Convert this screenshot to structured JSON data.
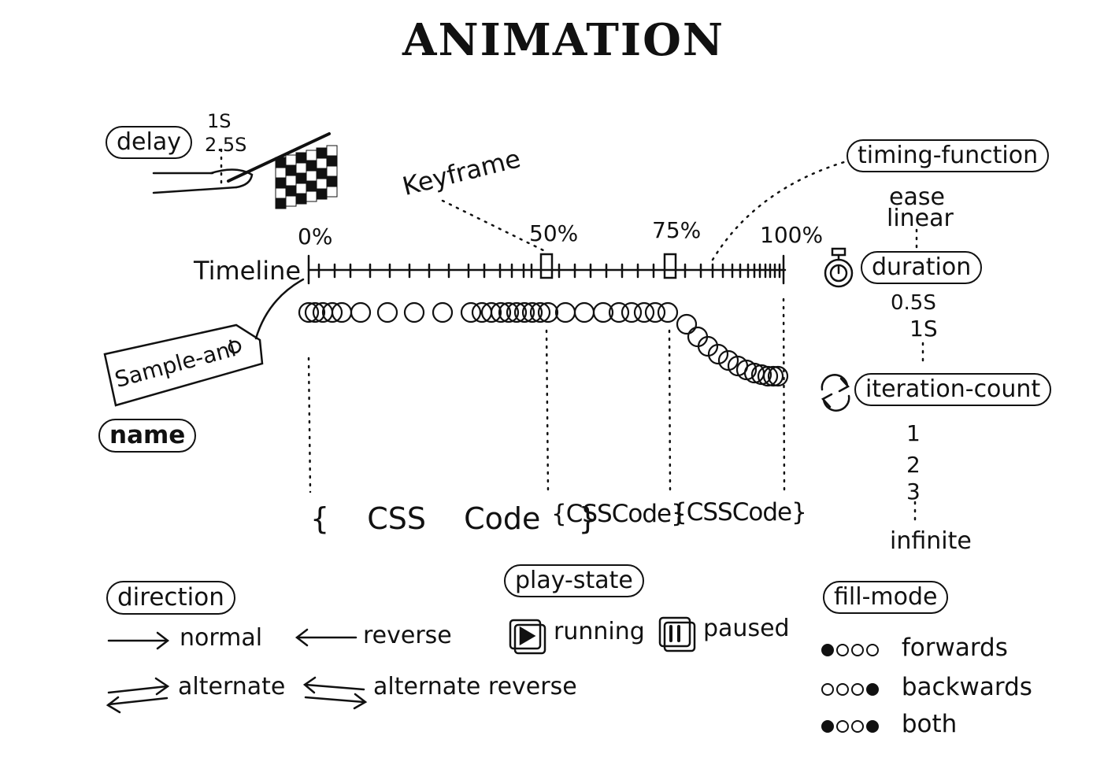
{
  "title": "ANIMATION",
  "delay": {
    "label": "delay",
    "values": [
      "1S",
      "2.5S"
    ],
    "icon": "checkered-flag-icon"
  },
  "keyframe_label": "Keyframe",
  "timeline": {
    "label": "Timeline",
    "stops": [
      "0%",
      "50%",
      "75%",
      "100%"
    ]
  },
  "name": {
    "label": "name",
    "tag": "Sample-ani",
    "icon": "tag-icon"
  },
  "css_blocks": [
    {
      "text": "{ CSS Code }"
    },
    {
      "text": "{CSSCode}"
    },
    {
      "text": "{CSSCode}"
    }
  ],
  "timing_function": {
    "label": "timing-function",
    "values": [
      "ease",
      "linear"
    ]
  },
  "duration": {
    "label": "duration",
    "values": [
      "0.5S",
      "1S"
    ],
    "icon": "stopwatch-icon"
  },
  "iteration_count": {
    "label": "iteration-count",
    "values": [
      "1",
      "2",
      "3",
      "infinite"
    ],
    "icon": "repeat-icon"
  },
  "direction": {
    "label": "direction",
    "options": [
      "normal",
      "reverse",
      "alternate",
      "alternate reverse"
    ]
  },
  "play_state": {
    "label": "play-state",
    "options": [
      {
        "label": "running",
        "icon": "play-icon"
      },
      {
        "label": "paused",
        "icon": "pause-icon"
      }
    ]
  },
  "fill_mode": {
    "label": "fill-mode",
    "options": [
      "forwards",
      "backwards",
      "both"
    ]
  },
  "colors": {
    "ink": "#111111",
    "paper": "#ffffff"
  }
}
